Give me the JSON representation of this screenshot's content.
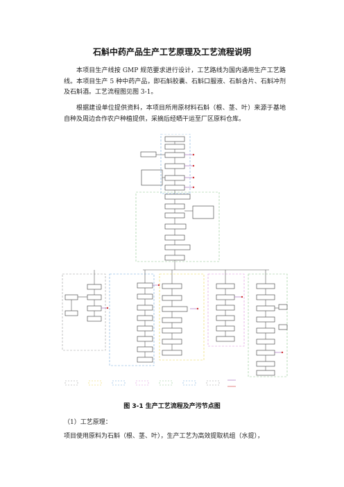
{
  "doc": {
    "title": "石斛中药产品生产工艺原理及工艺流程说明",
    "para1": "本项目生产线按 GMP 规范要求进行设计，工艺路线为国内通用生产工艺路线。本项目生产 5 种中药产品，即石斛胶囊、石斛口服液、石斛含片、石斛冲剂及石斛酒。工艺流程图见图 3-1。",
    "para2": "根据建设单位提供资料，本项目所用原材料石斛（根、茎、叶）来源于基地自种及周边合作农户种植提供，采摘后经晒干运至厂区原料仓库。",
    "caption": "图 3-1  生产工艺流程及产污节点图",
    "subhead": "（1）工艺原理：",
    "para3": "项目使用原料为石斛（根、茎、叶），生产工艺为高效提取机组（水提），"
  },
  "colors": {
    "box": "#333333",
    "blue_dash": "#6fa8dc",
    "yellow_dash": "#e8d44d",
    "green_dash": "#8bc48a",
    "gray_dash": "#999999",
    "pink_dash": "#d98cd9",
    "red": "#d03030",
    "violet": "#9b59b6"
  }
}
